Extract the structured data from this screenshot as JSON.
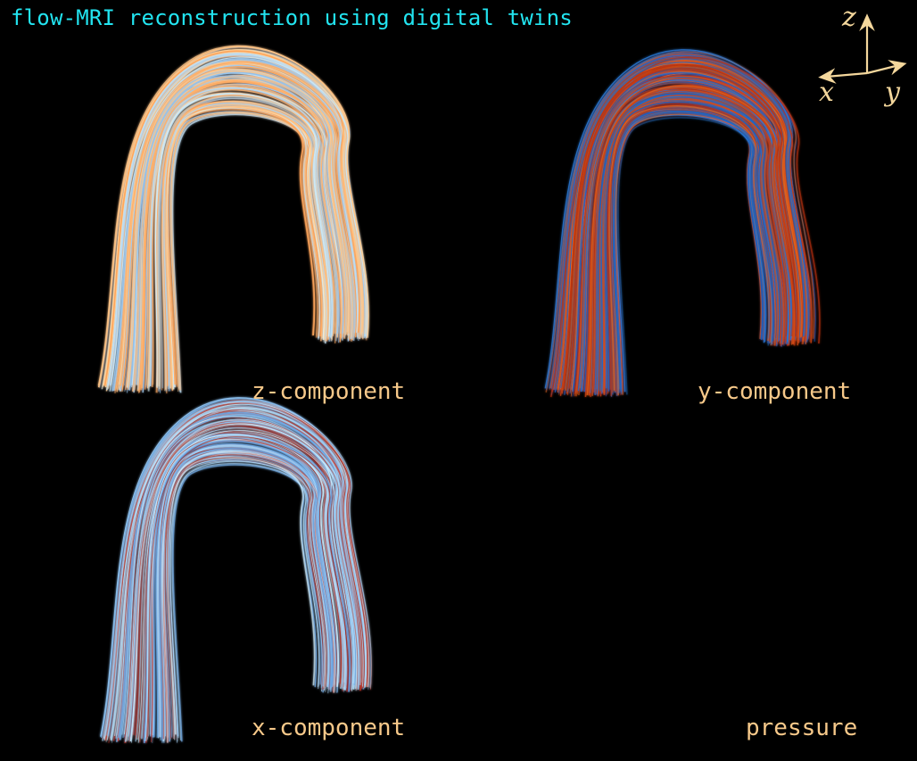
{
  "title": "flow-MRI reconstruction using digital twins",
  "panels": [
    {
      "id": "z",
      "label": "z-component"
    },
    {
      "id": "y",
      "label": "y-component"
    },
    {
      "id": "x",
      "label": "x-component"
    },
    {
      "id": "p",
      "label": "pressure"
    }
  ],
  "axes": {
    "z": "z",
    "x": "x",
    "y": "y"
  },
  "colors": {
    "title": "#22e4f0",
    "label": "#f7c98a",
    "axes": "#f4d79c",
    "warm": "#ff7a1a",
    "hot": "#fff1c8",
    "cool": "#2a7bd8",
    "cold": "#d8f4ff",
    "background": "#000000"
  }
}
